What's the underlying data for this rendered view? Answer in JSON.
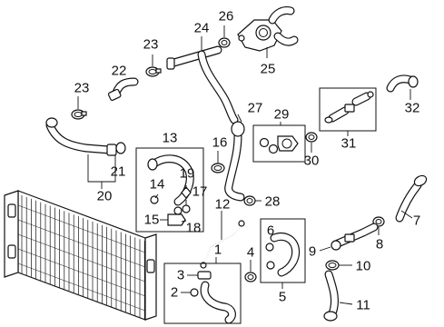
{
  "diagram": {
    "callouts": [
      {
        "id": "c1",
        "text": "1"
      },
      {
        "id": "c2",
        "text": "2"
      },
      {
        "id": "c3",
        "text": "3"
      },
      {
        "id": "c4",
        "text": "4"
      },
      {
        "id": "c5",
        "text": "5"
      },
      {
        "id": "c6",
        "text": "6"
      },
      {
        "id": "c7",
        "text": "7"
      },
      {
        "id": "c8",
        "text": "8"
      },
      {
        "id": "c9",
        "text": "9"
      },
      {
        "id": "c10",
        "text": "10"
      },
      {
        "id": "c11",
        "text": "11"
      },
      {
        "id": "c12",
        "text": "12"
      },
      {
        "id": "c13",
        "text": "13"
      },
      {
        "id": "c14",
        "text": "14"
      },
      {
        "id": "c15",
        "text": "15"
      },
      {
        "id": "c16",
        "text": "16"
      },
      {
        "id": "c17",
        "text": "17"
      },
      {
        "id": "c18",
        "text": "18"
      },
      {
        "id": "c19",
        "text": "19"
      },
      {
        "id": "c20",
        "text": "20"
      },
      {
        "id": "c21",
        "text": "21"
      },
      {
        "id": "c22",
        "text": "22"
      },
      {
        "id": "c23a",
        "text": "23"
      },
      {
        "id": "c23b",
        "text": "23"
      },
      {
        "id": "c24",
        "text": "24"
      },
      {
        "id": "c25",
        "text": "25"
      },
      {
        "id": "c26",
        "text": "26"
      },
      {
        "id": "c27",
        "text": "27"
      },
      {
        "id": "c28",
        "text": "28"
      },
      {
        "id": "c29",
        "text": "29"
      },
      {
        "id": "c30",
        "text": "30"
      },
      {
        "id": "c31",
        "text": "31"
      },
      {
        "id": "c32",
        "text": "32"
      }
    ]
  }
}
